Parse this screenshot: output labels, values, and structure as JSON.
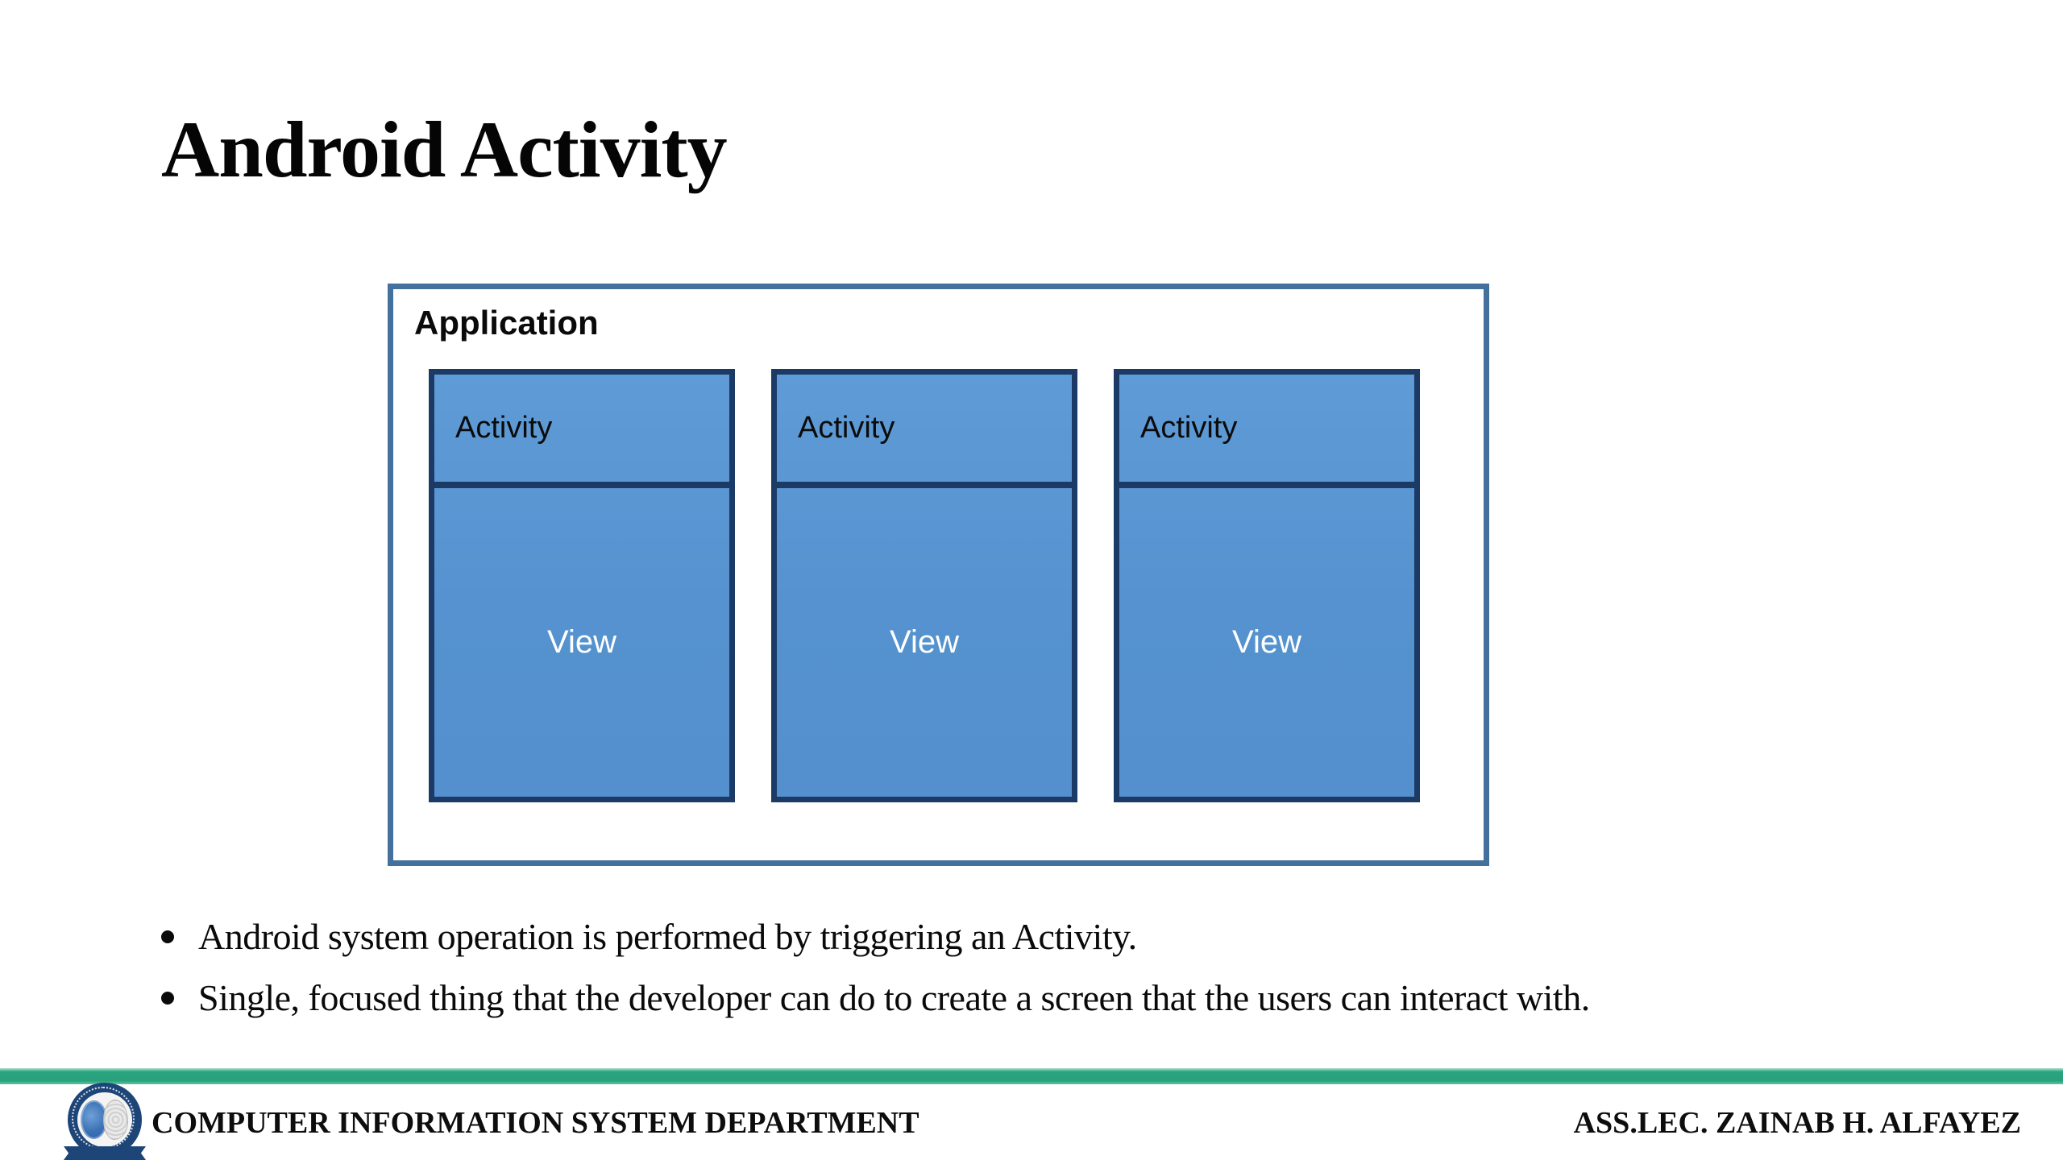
{
  "slide": {
    "title": "Android Activity"
  },
  "diagram": {
    "container_label": "Application",
    "activities": [
      {
        "title": "Activity",
        "view_label": "View"
      },
      {
        "title": "Activity",
        "view_label": "View"
      },
      {
        "title": "Activity",
        "view_label": "View"
      }
    ]
  },
  "bullets": [
    "Android system operation is performed by triggering an Activity.",
    "Single, focused thing that the developer can do to create a screen that the users can interact with."
  ],
  "footer": {
    "department": "COMPUTER INFORMATION SYSTEM DEPARTMENT",
    "lecturer": "ASS.LEC. ZAINAB H. ALFAYEZ"
  },
  "colors": {
    "activity_fill": "#5592cf",
    "activity_border": "#1c3a66",
    "application_border": "#44709d",
    "accent_green_bar": "#28a17b",
    "logo_navy": "#1d4577",
    "logo_globe_blue": "#3b72b5"
  }
}
